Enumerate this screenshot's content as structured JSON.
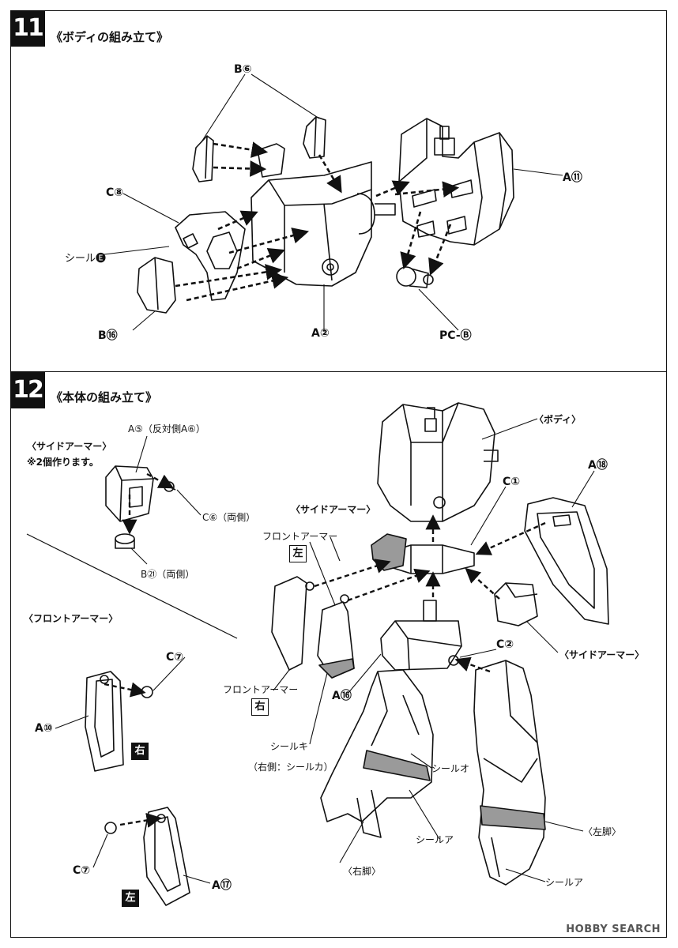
{
  "step11": {
    "number": "11",
    "title": "《ボディの組み立て》",
    "labels": {
      "b6": "B⑥",
      "c8": "C⑧",
      "seal_e": "シール🅔",
      "b16": "B⑯",
      "a2": "A②",
      "a11": "A⑪",
      "pcb": "PC-Ⓑ"
    }
  },
  "step12": {
    "number": "12",
    "title": "《本体の組み立て》",
    "side_armor_sub": {
      "heading": "〈サイドアーマー〉",
      "note": "※2個作ります。",
      "a5": "A⑤（反対側A⑥）",
      "c6": "C⑥（両側）",
      "b21": "B㉑（両側）"
    },
    "front_armor_sub": {
      "heading": "〈フロントアーマー〉",
      "c7_top": "C⑦",
      "a10": "A⑩",
      "right": "右",
      "c7_bottom": "C⑦",
      "a17": "A⑰",
      "left": "左"
    },
    "main": {
      "body": "〈ボディ〉",
      "a18": "A⑱",
      "c1": "C①",
      "side_armor_left": "〈サイドアーマー〉",
      "front_armor_left_label": "フロントアーマー",
      "left_box": "左",
      "front_armor_right_label": "フロントアーマー",
      "right_box": "右",
      "side_armor_right": "〈サイドアーマー〉",
      "c2": "C②",
      "a16": "A⑯",
      "seal_ki": "シールキ",
      "seal_ki_note": "（右側：シールカ）",
      "seal_o": "シールオ",
      "seal_a_right_leg": "シールア",
      "right_leg": "〈右脚〉",
      "left_leg": "〈左脚〉",
      "seal_a_left_leg": "シールア"
    }
  },
  "watermark": "HOBBY SEARCH"
}
